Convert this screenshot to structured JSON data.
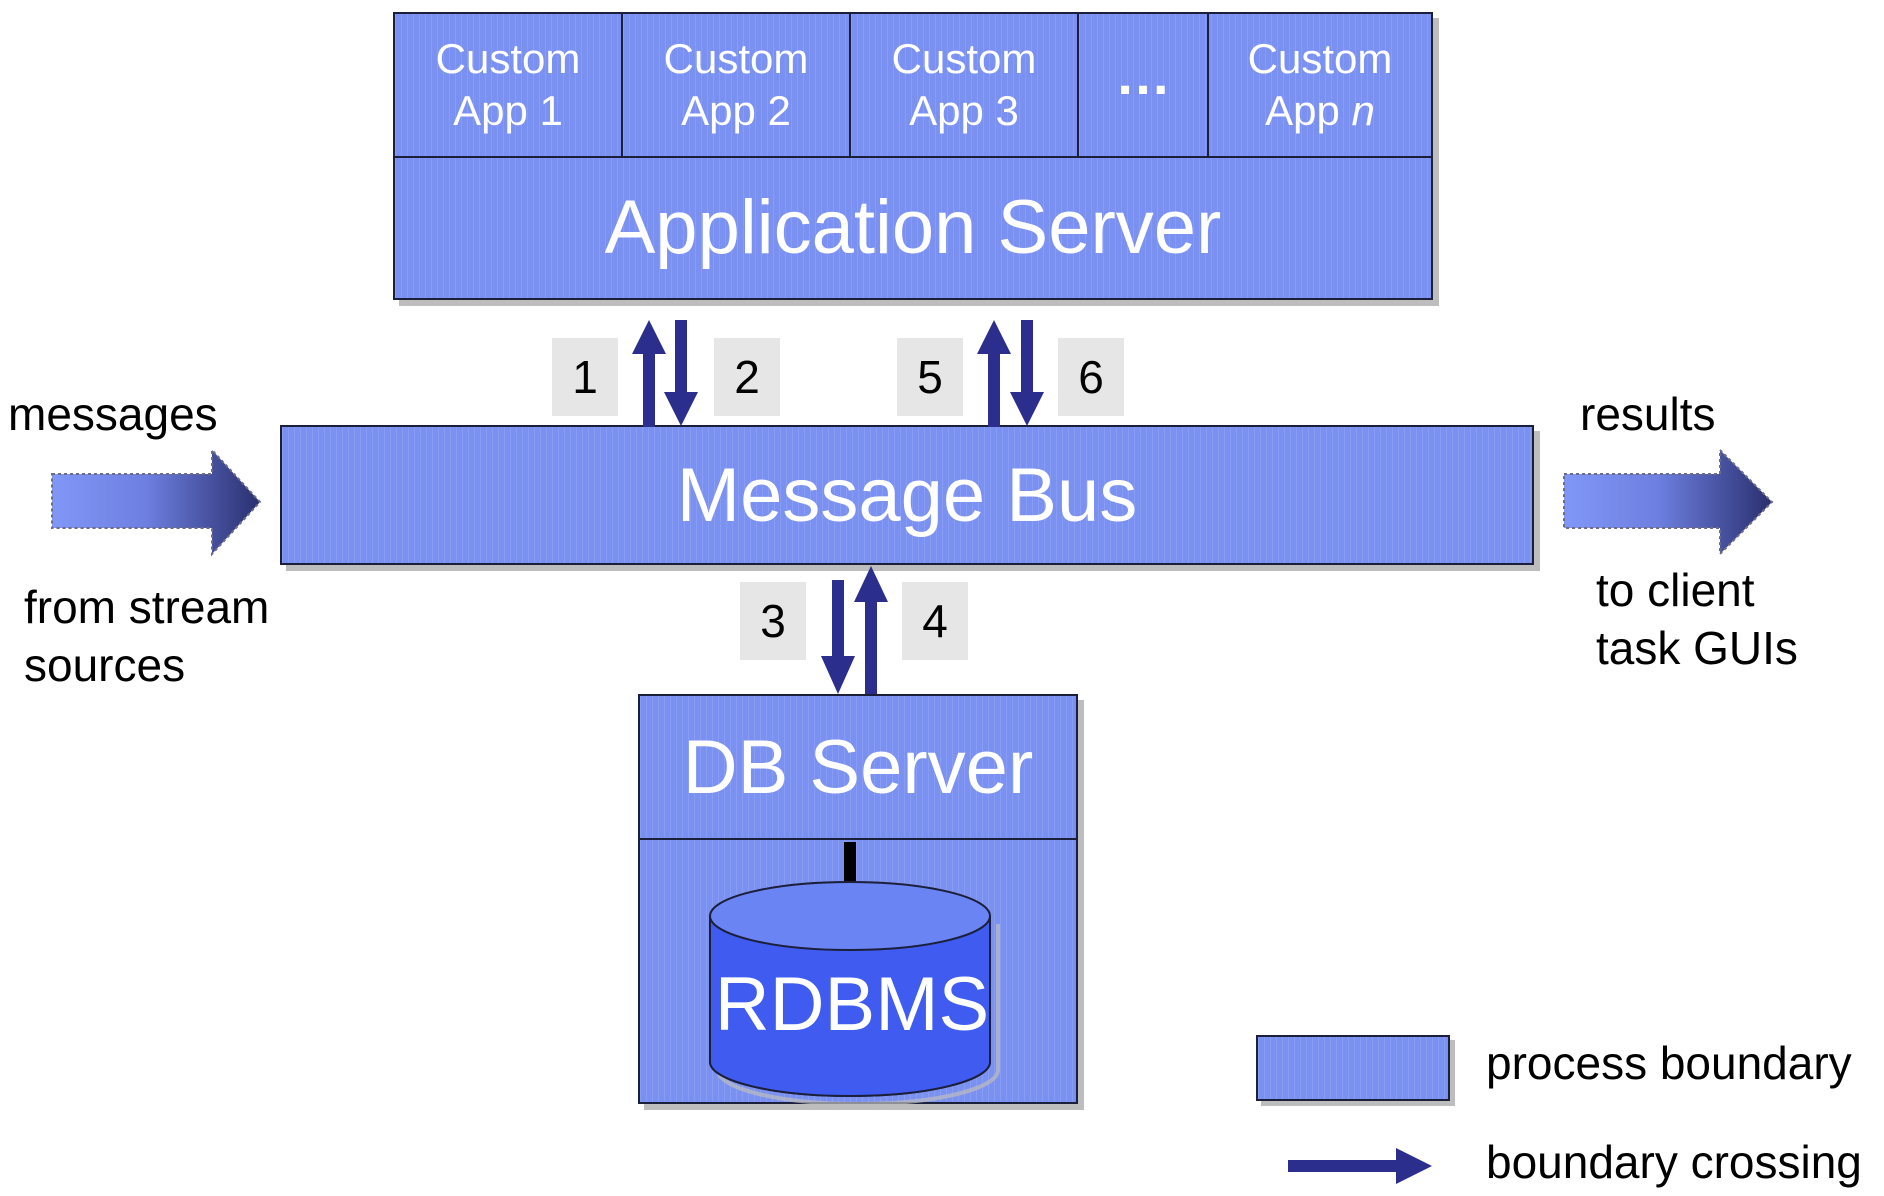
{
  "app_server": {
    "title": "Application Server",
    "apps": [
      {
        "line1": "Custom",
        "line2": "App 1",
        "italic": false
      },
      {
        "line1": "Custom",
        "line2": "App 2",
        "italic": false
      },
      {
        "line1": "Custom",
        "line2": "App 3",
        "italic": false
      },
      {
        "line1": "…",
        "line2": "",
        "italic": false
      },
      {
        "line1": "Custom",
        "line2_prefix": "App ",
        "line2_italic": "n"
      }
    ]
  },
  "message_bus": {
    "title": "Message Bus"
  },
  "db_server": {
    "title": "DB Server",
    "rdbms": "RDBMS"
  },
  "steps": [
    "1",
    "2",
    "5",
    "6",
    "3",
    "4"
  ],
  "inputs": {
    "top": "messages",
    "bottom_line1": "from stream",
    "bottom_line2": "sources"
  },
  "outputs": {
    "top": "results",
    "bottom_line1": "to client",
    "bottom_line2": "task GUIs"
  },
  "legend": {
    "process_boundary": "process boundary",
    "boundary_crossing": "boundary crossing"
  },
  "colors": {
    "box_fill": "#7b91f2",
    "rdbms_fill": "#3f5bf0",
    "arrow": "#2b2e8c",
    "number_bg": "#e6e6e6"
  }
}
